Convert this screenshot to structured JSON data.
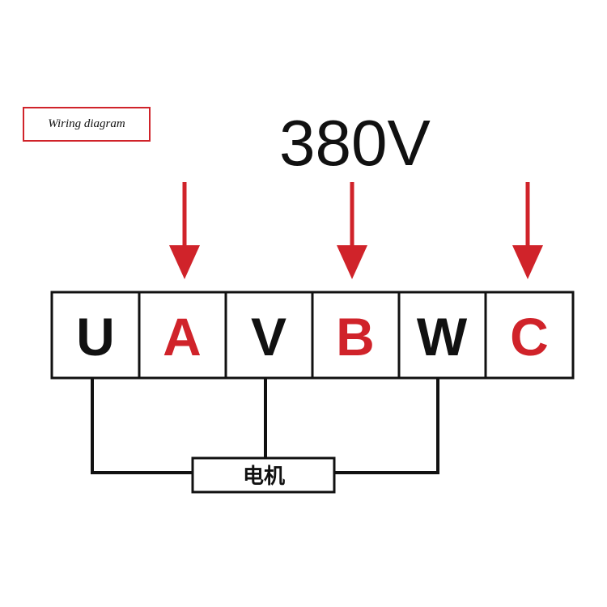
{
  "legend": {
    "title": "Wiring diagram"
  },
  "supply": {
    "voltage_label": "380V"
  },
  "terminals": [
    {
      "label": "U",
      "color": "#111111"
    },
    {
      "label": "A",
      "color": "#d0232a"
    },
    {
      "label": "V",
      "color": "#111111"
    },
    {
      "label": "B",
      "color": "#d0232a"
    },
    {
      "label": "W",
      "color": "#111111"
    },
    {
      "label": "C",
      "color": "#d0232a"
    }
  ],
  "motor": {
    "label": "电机"
  },
  "colors": {
    "accent": "#d0232a",
    "line": "#111111"
  }
}
